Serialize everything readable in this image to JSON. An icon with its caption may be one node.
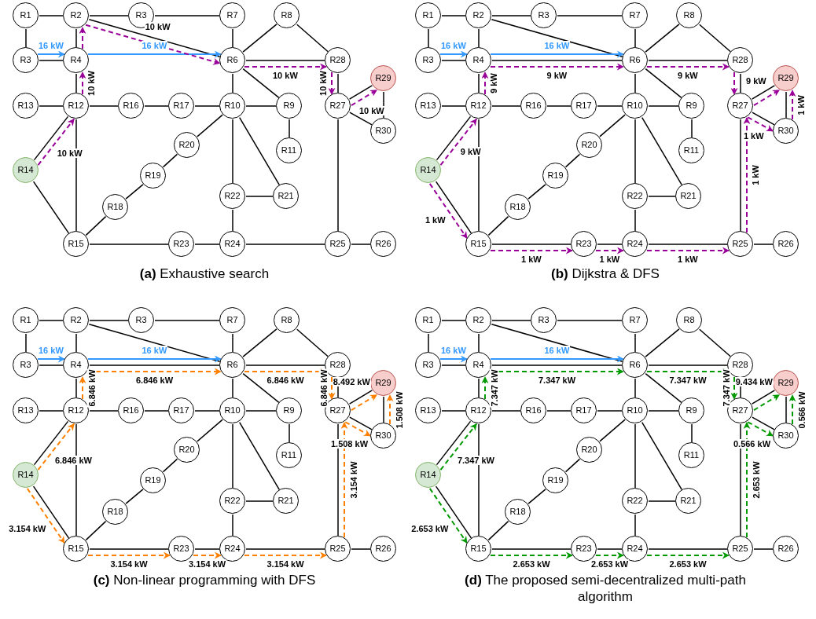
{
  "diagram": {
    "nodes": [
      {
        "text": [
          "R1"
        ]
      },
      {
        "text": [
          "R2"
        ]
      },
      {
        "text": [
          "R3"
        ]
      },
      {
        "text": [
          "R7"
        ]
      },
      {
        "text": [
          "R8"
        ]
      },
      {
        "text": [
          "R3"
        ]
      },
      {
        "text": [
          "R4"
        ]
      },
      {
        "text": [
          "R6"
        ]
      },
      {
        "text": [
          "R28"
        ]
      },
      {
        "text": [
          "R29"
        ]
      },
      {
        "text": [
          "R13"
        ]
      },
      {
        "text": [
          "R12"
        ]
      },
      {
        "text": [
          "R16"
        ]
      },
      {
        "text": [
          "R17"
        ]
      },
      {
        "text": [
          "R10"
        ]
      },
      {
        "text": [
          "R9"
        ]
      },
      {
        "text": [
          "R27"
        ]
      },
      {
        "text": [
          "R30"
        ]
      },
      {
        "text": [
          "R20"
        ]
      },
      {
        "text": [
          "R11"
        ]
      },
      {
        "text": [
          "R14"
        ]
      },
      {
        "text": [
          "R19"
        ]
      },
      {
        "text": [
          "R22"
        ]
      },
      {
        "text": [
          "R21"
        ]
      },
      {
        "text": [
          "R18"
        ]
      },
      {
        "text": [
          "R15"
        ]
      },
      {
        "text": [
          "R23"
        ]
      },
      {
        "text": [
          "R24"
        ]
      },
      {
        "text": [
          "R25"
        ]
      },
      {
        "text": [
          "R26"
        ]
      },
      {
        "text": [
          "R1"
        ]
      },
      {
        "text": [
          "R2"
        ]
      },
      {
        "text": [
          "R3"
        ]
      },
      {
        "text": [
          "R7"
        ]
      },
      {
        "text": [
          "R8"
        ]
      },
      {
        "text": [
          "R3"
        ]
      },
      {
        "text": [
          "R4"
        ]
      },
      {
        "text": [
          "R6"
        ]
      },
      {
        "text": [
          "R28"
        ]
      },
      {
        "text": [
          "R29"
        ]
      },
      {
        "text": [
          "R13"
        ]
      },
      {
        "text": [
          "R12"
        ]
      },
      {
        "text": [
          "R16"
        ]
      },
      {
        "text": [
          "R17"
        ]
      },
      {
        "text": [
          "R10"
        ]
      },
      {
        "text": [
          "R9"
        ]
      },
      {
        "text": [
          "R27"
        ]
      },
      {
        "text": [
          "R30"
        ]
      },
      {
        "text": [
          "R20"
        ]
      },
      {
        "text": [
          "R11"
        ]
      },
      {
        "text": [
          "R14"
        ]
      },
      {
        "text": [
          "R19"
        ]
      },
      {
        "text": [
          "R22"
        ]
      },
      {
        "text": [
          "R21"
        ]
      },
      {
        "text": [
          "R18"
        ]
      },
      {
        "text": [
          "R15"
        ]
      },
      {
        "text": [
          "R23"
        ]
      },
      {
        "text": [
          "R24"
        ]
      },
      {
        "text": [
          "R25"
        ]
      },
      {
        "text": [
          "R26"
        ]
      },
      {
        "text": [
          "R1"
        ]
      },
      {
        "text": [
          "R2"
        ]
      },
      {
        "text": [
          "R3"
        ]
      },
      {
        "text": [
          "R7"
        ]
      },
      {
        "text": [
          "R8"
        ]
      },
      {
        "text": [
          "R3"
        ]
      },
      {
        "text": [
          "R4"
        ]
      },
      {
        "text": [
          "R6"
        ]
      },
      {
        "text": [
          "R28"
        ]
      },
      {
        "text": [
          "R29"
        ]
      },
      {
        "text": [
          "R13"
        ]
      },
      {
        "text": [
          "R12"
        ]
      },
      {
        "text": [
          "R16"
        ]
      },
      {
        "text": [
          "R17"
        ]
      },
      {
        "text": [
          "R10"
        ]
      },
      {
        "text": [
          "R9"
        ]
      },
      {
        "text": [
          "R27"
        ]
      },
      {
        "text": [
          "R30"
        ]
      },
      {
        "text": [
          "R20"
        ]
      },
      {
        "text": [
          "R11"
        ]
      },
      {
        "text": [
          "R14"
        ]
      },
      {
        "text": [
          "R19"
        ]
      },
      {
        "text": [
          "R22"
        ]
      },
      {
        "text": [
          "R21"
        ]
      },
      {
        "text": [
          "R18"
        ]
      },
      {
        "text": [
          "R15"
        ]
      },
      {
        "text": [
          "R23"
        ]
      },
      {
        "text": [
          "R24"
        ]
      },
      {
        "text": [
          "R25"
        ]
      },
      {
        "text": [
          "R26"
        ]
      },
      {
        "text": [
          "R1"
        ]
      },
      {
        "text": [
          "R2"
        ]
      },
      {
        "text": [
          "R3"
        ]
      },
      {
        "text": [
          "R7"
        ]
      },
      {
        "text": [
          "R8"
        ]
      },
      {
        "text": [
          "R3"
        ]
      },
      {
        "text": [
          "R4"
        ]
      },
      {
        "text": [
          "R6"
        ]
      },
      {
        "text": [
          "R28"
        ]
      },
      {
        "text": [
          "R29"
        ]
      },
      {
        "text": [
          "R13"
        ]
      },
      {
        "text": [
          "R12"
        ]
      },
      {
        "text": [
          "R16"
        ]
      },
      {
        "text": [
          "R17"
        ]
      },
      {
        "text": [
          "R10"
        ]
      },
      {
        "text": [
          "R9"
        ]
      },
      {
        "text": [
          "R27"
        ]
      },
      {
        "text": [
          "R30"
        ]
      },
      {
        "text": [
          "R20"
        ]
      },
      {
        "text": [
          "R11"
        ]
      },
      {
        "text": [
          "R14"
        ]
      },
      {
        "text": [
          "R19"
        ]
      },
      {
        "text": [
          "R22"
        ]
      },
      {
        "text": [
          "R21"
        ]
      },
      {
        "text": [
          "R18"
        ]
      },
      {
        "text": [
          "R15"
        ]
      },
      {
        "text": [
          "R23"
        ]
      },
      {
        "text": [
          "R24"
        ]
      },
      {
        "text": [
          "R25"
        ]
      },
      {
        "text": [
          "R26"
        ]
      }
    ],
    "edges": [
      {
        "from": 0,
        "to": 1,
        "arrow": "none"
      },
      {
        "from": 1,
        "to": 2,
        "arrow": "none"
      },
      {
        "from": 2,
        "to": 3,
        "arrow": "none"
      },
      {
        "from": 0,
        "to": 5,
        "arrow": "none"
      },
      {
        "from": 5,
        "to": 6,
        "arrow": "none"
      },
      {
        "from": 1,
        "to": 6,
        "arrow": "none"
      },
      {
        "from": 1,
        "to": 7,
        "arrow": "none"
      },
      {
        "from": 3,
        "to": 7,
        "arrow": "none"
      },
      {
        "from": 7,
        "to": 4,
        "arrow": "none"
      },
      {
        "from": 4,
        "to": 8,
        "arrow": "none"
      },
      {
        "from": 7,
        "to": 8,
        "arrow": "none"
      },
      {
        "from": 6,
        "to": 11,
        "arrow": "none"
      },
      {
        "from": 7,
        "to": 14,
        "arrow": "none"
      },
      {
        "from": 7,
        "to": 15,
        "arrow": "none"
      },
      {
        "from": 10,
        "to": 11,
        "arrow": "none"
      },
      {
        "from": 11,
        "to": 12,
        "arrow": "none"
      },
      {
        "from": 12,
        "to": 13,
        "arrow": "none"
      },
      {
        "from": 13,
        "to": 14,
        "arrow": "none"
      },
      {
        "from": 14,
        "to": 15,
        "arrow": "none"
      },
      {
        "from": 15,
        "to": 19,
        "arrow": "none"
      },
      {
        "from": 14,
        "to": 18,
        "arrow": "none"
      },
      {
        "from": 18,
        "to": 21,
        "arrow": "none"
      },
      {
        "from": 21,
        "to": 24,
        "arrow": "none"
      },
      {
        "from": 24,
        "to": 25,
        "arrow": "none"
      },
      {
        "from": 14,
        "to": 22,
        "arrow": "none"
      },
      {
        "from": 14,
        "to": 23,
        "arrow": "none"
      },
      {
        "from": 22,
        "to": 23,
        "arrow": "none"
      },
      {
        "from": 22,
        "to": 27,
        "arrow": "none"
      },
      {
        "from": 11,
        "to": 25,
        "arrow": "none"
      },
      {
        "from": 20,
        "to": 11,
        "arrow": "none"
      },
      {
        "from": 20,
        "to": 25,
        "arrow": "none"
      },
      {
        "from": 25,
        "to": 26,
        "arrow": "none"
      },
      {
        "from": 26,
        "to": 27,
        "arrow": "none"
      },
      {
        "from": 27,
        "to": 28,
        "arrow": "none"
      },
      {
        "from": 28,
        "to": 29,
        "arrow": "none"
      },
      {
        "from": 28,
        "to": 16,
        "arrow": "none"
      },
      {
        "from": 8,
        "to": 16,
        "arrow": "none"
      },
      {
        "from": 16,
        "to": 9,
        "arrow": "none"
      },
      {
        "from": 16,
        "to": 17,
        "arrow": "none"
      },
      {
        "from": 9,
        "to": 17,
        "arrow": "none"
      },
      {
        "from": 5,
        "to": 6,
        "arrow": "to",
        "label": "16 kW",
        "color": "#3399ff"
      },
      {
        "from": 6,
        "to": 7,
        "arrow": "to",
        "label": "16 kW",
        "color": "#3399ff"
      },
      {
        "from": 20,
        "to": 11,
        "arrow": "to",
        "label": "10 kW",
        "style": "dashed",
        "color": "#990099"
      },
      {
        "from": 11,
        "to": 6,
        "arrow": "to",
        "label": "10 kW",
        "style": "dashed",
        "color": "#990099"
      },
      {
        "from": 6,
        "to": 1,
        "arrow": "to",
        "style": "dashed",
        "color": "#990099"
      },
      {
        "from": 1,
        "to": 7,
        "arrow": "to",
        "label": "10 kW",
        "style": "dashed",
        "color": "#990099"
      },
      {
        "from": 7,
        "to": 8,
        "arrow": "to",
        "label": "10 kW",
        "style": "dashed",
        "color": "#990099"
      },
      {
        "from": 8,
        "to": 16,
        "arrow": "to",
        "label": "10 kW",
        "style": "dashed",
        "color": "#990099"
      },
      {
        "from": 16,
        "to": 9,
        "arrow": "to",
        "label": "10 kW",
        "style": "dashed",
        "color": "#990099"
      },
      {
        "from": 30,
        "to": 31,
        "arrow": "none"
      },
      {
        "from": 31,
        "to": 32,
        "arrow": "none"
      },
      {
        "from": 32,
        "to": 33,
        "arrow": "none"
      },
      {
        "from": 30,
        "to": 35,
        "arrow": "none"
      },
      {
        "from": 35,
        "to": 36,
        "arrow": "none"
      },
      {
        "from": 31,
        "to": 36,
        "arrow": "none"
      },
      {
        "from": 31,
        "to": 37,
        "arrow": "none"
      },
      {
        "from": 33,
        "to": 37,
        "arrow": "none"
      },
      {
        "from": 37,
        "to": 34,
        "arrow": "none"
      },
      {
        "from": 34,
        "to": 38,
        "arrow": "none"
      },
      {
        "from": 37,
        "to": 38,
        "arrow": "none"
      },
      {
        "from": 36,
        "to": 37,
        "arrow": "none"
      },
      {
        "from": 36,
        "to": 41,
        "arrow": "none"
      },
      {
        "from": 37,
        "to": 44,
        "arrow": "none"
      },
      {
        "from": 37,
        "to": 45,
        "arrow": "none"
      },
      {
        "from": 40,
        "to": 41,
        "arrow": "none"
      },
      {
        "from": 41,
        "to": 42,
        "arrow": "none"
      },
      {
        "from": 42,
        "to": 43,
        "arrow": "none"
      },
      {
        "from": 43,
        "to": 44,
        "arrow": "none"
      },
      {
        "from": 44,
        "to": 45,
        "arrow": "none"
      },
      {
        "from": 45,
        "to": 49,
        "arrow": "none"
      },
      {
        "from": 44,
        "to": 48,
        "arrow": "none"
      },
      {
        "from": 48,
        "to": 51,
        "arrow": "none"
      },
      {
        "from": 51,
        "to": 54,
        "arrow": "none"
      },
      {
        "from": 54,
        "to": 55,
        "arrow": "none"
      },
      {
        "from": 44,
        "to": 52,
        "arrow": "none"
      },
      {
        "from": 44,
        "to": 53,
        "arrow": "none"
      },
      {
        "from": 52,
        "to": 53,
        "arrow": "none"
      },
      {
        "from": 52,
        "to": 57,
        "arrow": "none"
      },
      {
        "from": 41,
        "to": 55,
        "arrow": "none"
      },
      {
        "from": 50,
        "to": 41,
        "arrow": "none"
      },
      {
        "from": 50,
        "to": 55,
        "arrow": "none"
      },
      {
        "from": 55,
        "to": 56,
        "arrow": "none"
      },
      {
        "from": 56,
        "to": 57,
        "arrow": "none"
      },
      {
        "from": 57,
        "to": 58,
        "arrow": "none"
      },
      {
        "from": 58,
        "to": 59,
        "arrow": "none"
      },
      {
        "from": 58,
        "to": 46,
        "arrow": "none"
      },
      {
        "from": 38,
        "to": 46,
        "arrow": "none"
      },
      {
        "from": 46,
        "to": 39,
        "arrow": "none"
      },
      {
        "from": 46,
        "to": 47,
        "arrow": "none"
      },
      {
        "from": 39,
        "to": 47,
        "arrow": "none"
      },
      {
        "from": 35,
        "to": 36,
        "arrow": "to",
        "label": "16 kW",
        "color": "#3399ff"
      },
      {
        "from": 36,
        "to": 37,
        "arrow": "to",
        "label": "16 kW",
        "color": "#3399ff"
      },
      {
        "from": 50,
        "to": 41,
        "arrow": "to",
        "label": "9 kW",
        "style": "dashed",
        "color": "#990099"
      },
      {
        "from": 41,
        "to": 36,
        "arrow": "to",
        "label": "9 kW",
        "style": "dashed",
        "color": "#990099"
      },
      {
        "from": 36,
        "to": 37,
        "arrow": "to",
        "label": "9 kW",
        "style": "dashed",
        "color": "#990099"
      },
      {
        "from": 37,
        "to": 38,
        "arrow": "to",
        "label": "9 kW",
        "style": "dashed",
        "color": "#990099"
      },
      {
        "from": 38,
        "to": 46,
        "arrow": "to",
        "style": "dashed",
        "color": "#990099"
      },
      {
        "from": 46,
        "to": 39,
        "arrow": "to",
        "label": "9 kW",
        "style": "dashed",
        "color": "#990099"
      },
      {
        "from": 50,
        "to": 55,
        "arrow": "to",
        "label": "1 kW",
        "style": "dashed",
        "color": "#990099"
      },
      {
        "from": 55,
        "to": 56,
        "arrow": "to",
        "label": "1 kW",
        "style": "dashed",
        "color": "#990099"
      },
      {
        "from": 56,
        "to": 57,
        "arrow": "to",
        "label": "1 kW",
        "style": "dashed",
        "color": "#990099"
      },
      {
        "from": 57,
        "to": 58,
        "arrow": "to",
        "label": "1 kW",
        "style": "dashed",
        "color": "#990099"
      },
      {
        "from": 58,
        "to": 46,
        "arrow": "to",
        "label": "1 kW",
        "style": "dashed",
        "color": "#990099"
      },
      {
        "from": 46,
        "to": 47,
        "arrow": "to",
        "label": "1 kW",
        "style": "dashed",
        "color": "#990099"
      },
      {
        "from": 47,
        "to": 39,
        "arrow": "to",
        "label": "1 kW",
        "style": "dashed",
        "color": "#990099"
      },
      {
        "from": 60,
        "to": 61,
        "arrow": "none"
      },
      {
        "from": 61,
        "to": 62,
        "arrow": "none"
      },
      {
        "from": 62,
        "to": 63,
        "arrow": "none"
      },
      {
        "from": 60,
        "to": 65,
        "arrow": "none"
      },
      {
        "from": 65,
        "to": 66,
        "arrow": "none"
      },
      {
        "from": 61,
        "to": 66,
        "arrow": "none"
      },
      {
        "from": 61,
        "to": 67,
        "arrow": "none"
      },
      {
        "from": 63,
        "to": 67,
        "arrow": "none"
      },
      {
        "from": 67,
        "to": 64,
        "arrow": "none"
      },
      {
        "from": 64,
        "to": 68,
        "arrow": "none"
      },
      {
        "from": 67,
        "to": 68,
        "arrow": "none"
      },
      {
        "from": 66,
        "to": 67,
        "arrow": "none"
      },
      {
        "from": 66,
        "to": 71,
        "arrow": "none"
      },
      {
        "from": 67,
        "to": 74,
        "arrow": "none"
      },
      {
        "from": 67,
        "to": 75,
        "arrow": "none"
      },
      {
        "from": 70,
        "to": 71,
        "arrow": "none"
      },
      {
        "from": 71,
        "to": 72,
        "arrow": "none"
      },
      {
        "from": 72,
        "to": 73,
        "arrow": "none"
      },
      {
        "from": 73,
        "to": 74,
        "arrow": "none"
      },
      {
        "from": 74,
        "to": 75,
        "arrow": "none"
      },
      {
        "from": 75,
        "to": 79,
        "arrow": "none"
      },
      {
        "from": 74,
        "to": 78,
        "arrow": "none"
      },
      {
        "from": 78,
        "to": 81,
        "arrow": "none"
      },
      {
        "from": 81,
        "to": 84,
        "arrow": "none"
      },
      {
        "from": 84,
        "to": 85,
        "arrow": "none"
      },
      {
        "from": 74,
        "to": 82,
        "arrow": "none"
      },
      {
        "from": 74,
        "to": 83,
        "arrow": "none"
      },
      {
        "from": 82,
        "to": 83,
        "arrow": "none"
      },
      {
        "from": 82,
        "to": 87,
        "arrow": "none"
      },
      {
        "from": 71,
        "to": 85,
        "arrow": "none"
      },
      {
        "from": 80,
        "to": 71,
        "arrow": "none"
      },
      {
        "from": 80,
        "to": 85,
        "arrow": "none"
      },
      {
        "from": 85,
        "to": 86,
        "arrow": "none"
      },
      {
        "from": 86,
        "to": 87,
        "arrow": "none"
      },
      {
        "from": 87,
        "to": 88,
        "arrow": "none"
      },
      {
        "from": 88,
        "to": 89,
        "arrow": "none"
      },
      {
        "from": 88,
        "to": 76,
        "arrow": "none"
      },
      {
        "from": 68,
        "to": 76,
        "arrow": "none"
      },
      {
        "from": 76,
        "to": 69,
        "arrow": "none"
      },
      {
        "from": 76,
        "to": 77,
        "arrow": "none"
      },
      {
        "from": 69,
        "to": 77,
        "arrow": "none"
      },
      {
        "from": 65,
        "to": 66,
        "arrow": "to",
        "label": "16 kW",
        "color": "#3399ff"
      },
      {
        "from": 66,
        "to": 67,
        "arrow": "to",
        "label": "16 kW",
        "color": "#3399ff"
      },
      {
        "from": 80,
        "to": 71,
        "arrow": "to",
        "label": "6.846 kW",
        "style": "dashed",
        "color": "#ff8000"
      },
      {
        "from": 71,
        "to": 66,
        "arrow": "to",
        "label": "6.846 kW",
        "style": "dashed",
        "color": "#ff8000"
      },
      {
        "from": 66,
        "to": 67,
        "arrow": "to",
        "label": "6.846 kW",
        "style": "dashed",
        "color": "#ff8000"
      },
      {
        "from": 67,
        "to": 68,
        "arrow": "to",
        "label": "6.846 kW",
        "style": "dashed",
        "color": "#ff8000"
      },
      {
        "from": 68,
        "to": 76,
        "arrow": "to",
        "label": "6.846 kW",
        "style": "dashed",
        "color": "#ff8000"
      },
      {
        "from": 76,
        "to": 69,
        "arrow": "to",
        "label": "8.492 kW",
        "style": "dashed",
        "color": "#ff8000"
      },
      {
        "from": 80,
        "to": 85,
        "arrow": "to",
        "label": "3.154 kW",
        "style": "dashed",
        "color": "#ff8000"
      },
      {
        "from": 85,
        "to": 86,
        "arrow": "to",
        "label": "3.154 kW",
        "style": "dashed",
        "color": "#ff8000"
      },
      {
        "from": 86,
        "to": 87,
        "arrow": "to",
        "label": "3.154 kW",
        "style": "dashed",
        "color": "#ff8000"
      },
      {
        "from": 87,
        "to": 88,
        "arrow": "to",
        "label": "3.154 kW",
        "style": "dashed",
        "color": "#ff8000"
      },
      {
        "from": 88,
        "to": 76,
        "arrow": "to",
        "label": "3.154 kW",
        "style": "dashed",
        "color": "#ff8000"
      },
      {
        "from": 76,
        "to": 77,
        "arrow": "to",
        "label": "1.508 kW",
        "style": "dashed",
        "color": "#ff8000"
      },
      {
        "from": 77,
        "to": 69,
        "arrow": "to",
        "label": "1.508 kW",
        "style": "dashed",
        "color": "#ff8000"
      },
      {
        "from": 90,
        "to": 91,
        "arrow": "none"
      },
      {
        "from": 91,
        "to": 92,
        "arrow": "none"
      },
      {
        "from": 92,
        "to": 93,
        "arrow": "none"
      },
      {
        "from": 90,
        "to": 95,
        "arrow": "none"
      },
      {
        "from": 95,
        "to": 96,
        "arrow": "none"
      },
      {
        "from": 91,
        "to": 96,
        "arrow": "none"
      },
      {
        "from": 91,
        "to": 97,
        "arrow": "none"
      },
      {
        "from": 93,
        "to": 97,
        "arrow": "none"
      },
      {
        "from": 97,
        "to": 94,
        "arrow": "none"
      },
      {
        "from": 94,
        "to": 98,
        "arrow": "none"
      },
      {
        "from": 97,
        "to": 98,
        "arrow": "none"
      },
      {
        "from": 96,
        "to": 97,
        "arrow": "none"
      },
      {
        "from": 96,
        "to": 101,
        "arrow": "none"
      },
      {
        "from": 97,
        "to": 104,
        "arrow": "none"
      },
      {
        "from": 97,
        "to": 105,
        "arrow": "none"
      },
      {
        "from": 100,
        "to": 101,
        "arrow": "none"
      },
      {
        "from": 101,
        "to": 102,
        "arrow": "none"
      },
      {
        "from": 102,
        "to": 103,
        "arrow": "none"
      },
      {
        "from": 103,
        "to": 104,
        "arrow": "none"
      },
      {
        "from": 104,
        "to": 105,
        "arrow": "none"
      },
      {
        "from": 105,
        "to": 109,
        "arrow": "none"
      },
      {
        "from": 104,
        "to": 108,
        "arrow": "none"
      },
      {
        "from": 108,
        "to": 111,
        "arrow": "none"
      },
      {
        "from": 111,
        "to": 114,
        "arrow": "none"
      },
      {
        "from": 114,
        "to": 115,
        "arrow": "none"
      },
      {
        "from": 104,
        "to": 112,
        "arrow": "none"
      },
      {
        "from": 104,
        "to": 113,
        "arrow": "none"
      },
      {
        "from": 112,
        "to": 113,
        "arrow": "none"
      },
      {
        "from": 112,
        "to": 117,
        "arrow": "none"
      },
      {
        "from": 101,
        "to": 115,
        "arrow": "none"
      },
      {
        "from": 110,
        "to": 101,
        "arrow": "none"
      },
      {
        "from": 110,
        "to": 115,
        "arrow": "none"
      },
      {
        "from": 115,
        "to": 116,
        "arrow": "none"
      },
      {
        "from": 116,
        "to": 117,
        "arrow": "none"
      },
      {
        "from": 117,
        "to": 118,
        "arrow": "none"
      },
      {
        "from": 118,
        "to": 119,
        "arrow": "none"
      },
      {
        "from": 118,
        "to": 106,
        "arrow": "none"
      },
      {
        "from": 98,
        "to": 106,
        "arrow": "none"
      },
      {
        "from": 106,
        "to": 99,
        "arrow": "none"
      },
      {
        "from": 106,
        "to": 107,
        "arrow": "none"
      },
      {
        "from": 99,
        "to": 107,
        "arrow": "none"
      },
      {
        "from": 95,
        "to": 96,
        "arrow": "to",
        "label": "16 kW",
        "color": "#3399ff"
      },
      {
        "from": 96,
        "to": 97,
        "arrow": "to",
        "label": "16 kW",
        "color": "#3399ff"
      },
      {
        "from": 110,
        "to": 101,
        "arrow": "to",
        "label": "7.347 kW",
        "style": "dashed",
        "color": "#009900"
      },
      {
        "from": 101,
        "to": 96,
        "arrow": "to",
        "label": "7.347 kW",
        "style": "dashed",
        "color": "#009900"
      },
      {
        "from": 96,
        "to": 97,
        "arrow": "to",
        "label": "7.347 kW",
        "style": "dashed",
        "color": "#009900"
      },
      {
        "from": 97,
        "to": 98,
        "arrow": "to",
        "label": "7.347 kW",
        "style": "dashed",
        "color": "#009900"
      },
      {
        "from": 98,
        "to": 106,
        "arrow": "to",
        "label": "7.347 kW",
        "style": "dashed",
        "color": "#009900"
      },
      {
        "from": 106,
        "to": 99,
        "arrow": "to",
        "label": "9.434 kW",
        "style": "dashed",
        "color": "#009900"
      },
      {
        "from": 110,
        "to": 115,
        "arrow": "to",
        "label": "2.653 kW",
        "style": "dashed",
        "color": "#009900"
      },
      {
        "from": 115,
        "to": 116,
        "arrow": "to",
        "label": "2.653 kW",
        "style": "dashed",
        "color": "#009900"
      },
      {
        "from": 116,
        "to": 117,
        "arrow": "to",
        "label": "2.653 kW",
        "style": "dashed",
        "color": "#009900"
      },
      {
        "from": 117,
        "to": 118,
        "arrow": "to",
        "label": "2.653 kW",
        "style": "dashed",
        "color": "#009900"
      },
      {
        "from": 118,
        "to": 106,
        "arrow": "to",
        "label": "2.653 kW",
        "style": "dashed",
        "color": "#009900"
      },
      {
        "from": 106,
        "to": 107,
        "arrow": "to",
        "label": "0.566 kW",
        "style": "dashed",
        "color": "#009900"
      },
      {
        "from": 107,
        "to": 99,
        "arrow": "to",
        "label": "0.566 kW",
        "style": "dashed",
        "color": "#009900"
      }
    ],
    "labels": [
      "**(a)** Exhaustive search",
      "**(b)** Dijkstra & DFS",
      "**(c)** Non-linear programming with DFS",
      "**(d)** The proposed semi-decentralized multi-path algorithm"
    ]
  }
}
